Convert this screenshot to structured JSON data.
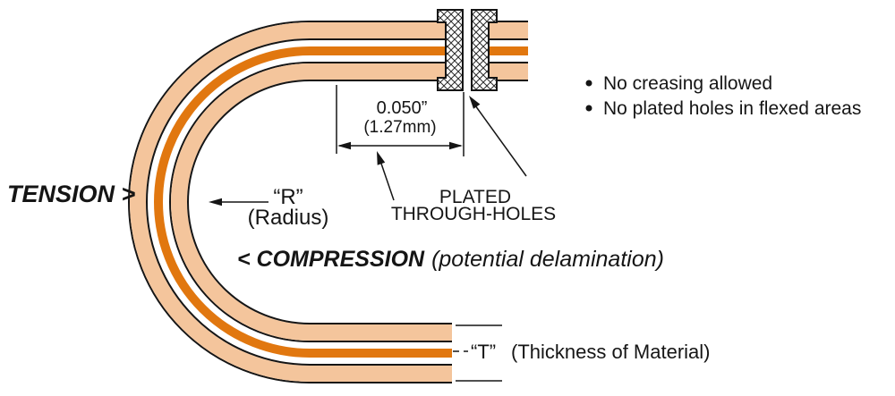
{
  "colors": {
    "tan": "#F4C59C",
    "copper": "#E1770F",
    "red": "#C8202A",
    "ink": "#151515"
  },
  "stress": {
    "tension": "TENSION >",
    "compression": "< COMPRESSION",
    "compression_note": "(potential delamination)"
  },
  "radius": {
    "symbol": "“R”",
    "caption": "(Radius)"
  },
  "spacing_dimension": {
    "inches": "0.050”",
    "mm": "(1.27mm)"
  },
  "through_holes": {
    "label_line1": "PLATED",
    "label_line2": "THROUGH-HOLES"
  },
  "thickness": {
    "symbol": "“T”",
    "caption": "(Thickness of Material)"
  },
  "notes": {
    "items": [
      "No creasing allowed",
      "No plated holes in flexed areas"
    ]
  }
}
